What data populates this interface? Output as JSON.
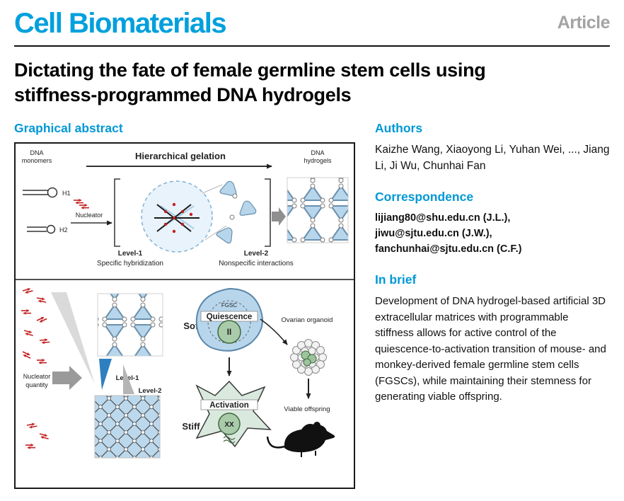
{
  "header": {
    "journal": "Cell Biomaterials",
    "article_type": "Article"
  },
  "title": "Dictating the fate of female germline stem cells using stiffness-programmed DNA hydrogels",
  "colors": {
    "accent_blue": "#00a0dd",
    "level1_blue": "#1d71b8",
    "hydrogel_blue": "#b7d6ec",
    "nucleator_red": "#c42020",
    "quiescence_green": "#9cc49c"
  },
  "graphical_abstract": {
    "heading": "Graphical abstract"
  },
  "figure": {
    "labels": {
      "dna_monomers_1": "DNA",
      "dna_monomers_2": "monomers",
      "gelation": "Hierarchical gelation",
      "dna_hydrogels_1": "DNA",
      "dna_hydrogels_2": "hydrogels",
      "h1": "H1",
      "h2": "H2",
      "nucleator": "Nucleator",
      "level1": "Level-1",
      "level1_sub": "Specific hybridization",
      "level2": "Level-2",
      "level2_sub": "Nonspecific interactions",
      "nucleator_q1": "Nucleator",
      "nucleator_q2": "quantity",
      "level1b": "Level-1",
      "level2b": "Level-2",
      "soft": "Soft",
      "stiff": "Stiff",
      "fgsc": "FGSC",
      "quiescence": "Quiescence",
      "ii": "II",
      "activation": "Activation",
      "xx": "XX",
      "organoid": "Ovarian organoid",
      "offspring": "Viable offspring"
    }
  },
  "sidebar": {
    "authors_heading": "Authors",
    "authors": "Kaizhe Wang, Xiaoyong Li, Yuhan Wei, ..., Jiang Li, Ji Wu, Chunhai Fan",
    "correspondence_heading": "Correspondence",
    "correspondence_lines": [
      "lijiang80@shu.edu.cn (J.L.),",
      "jiwu@sjtu.edu.cn (J.W.),",
      "fanchunhai@sjtu.edu.cn (C.F.)"
    ],
    "in_brief_heading": "In brief",
    "in_brief": "Development of DNA hydrogel-based artificial 3D extracellular matrices with programmable stiffness allows for active control of the quiescence-to-activation transition of mouse- and monkey-derived female germline stem cells (FGSCs), while maintaining their stemness for generating viable offspring."
  }
}
